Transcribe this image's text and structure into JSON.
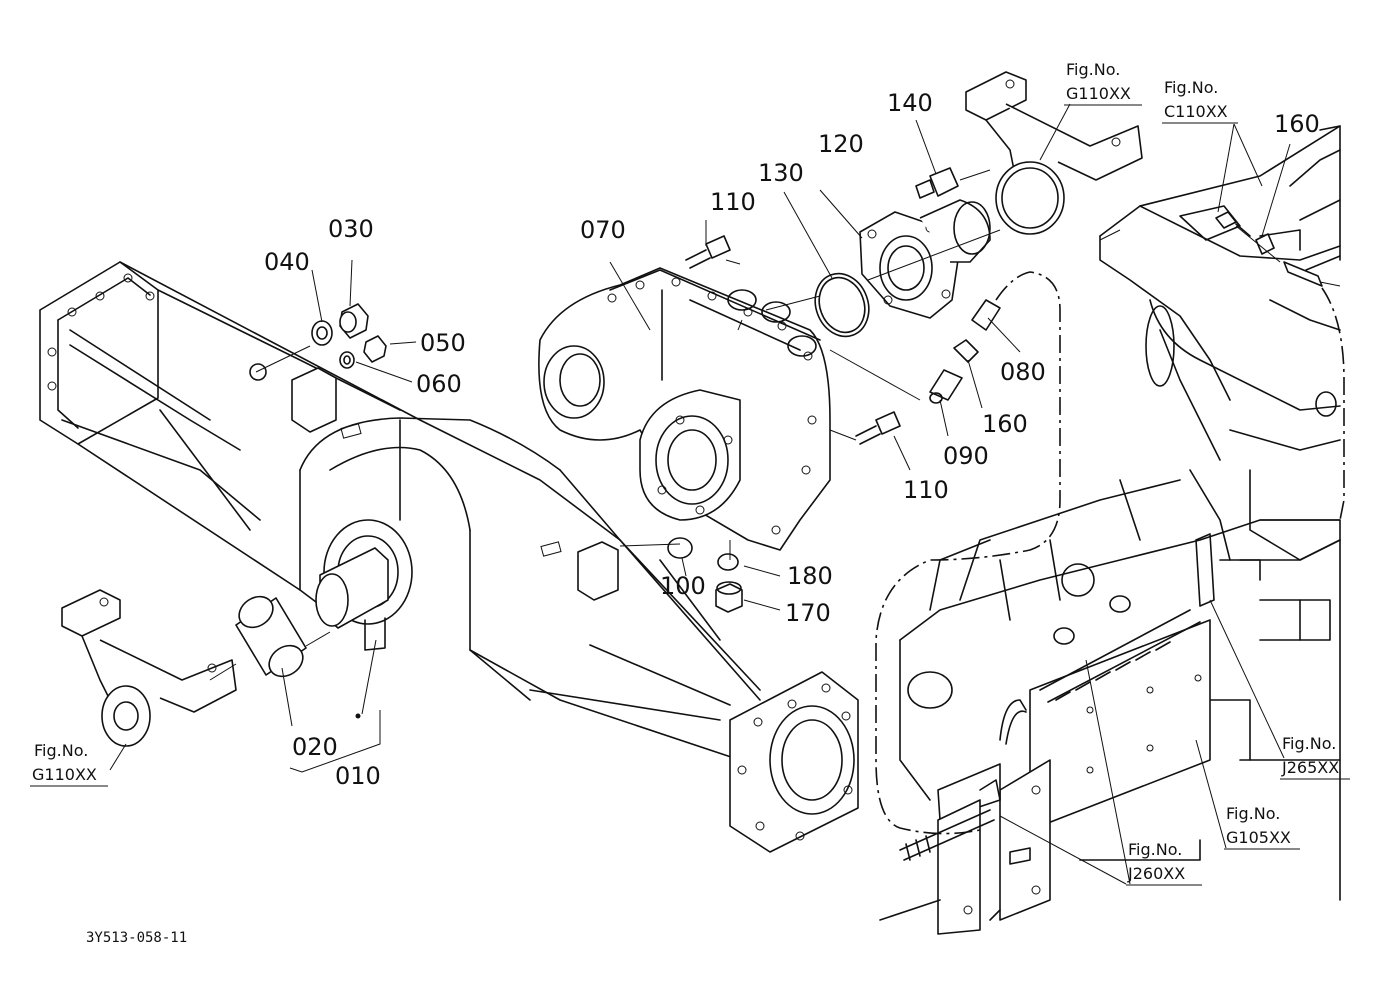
{
  "diagram_code": "3Y513-058-11",
  "parts": {
    "p010": "010",
    "p020": "020",
    "p030": "030",
    "p040": "040",
    "p050": "050",
    "p060": "060",
    "p070": "070",
    "p080": "080",
    "p090": "090",
    "p100": "100",
    "p110a": "110",
    "p110b": "110",
    "p120": "120",
    "p130": "130",
    "p140": "140",
    "p160a": "160",
    "p160b": "160",
    "p170": "170",
    "p180": "180"
  },
  "fig_refs": {
    "fig_label": "Fig.No.",
    "g110_left": "G110XX",
    "g110_top": "G110XX",
    "c110": "C110XX",
    "j265": "J265XX",
    "g105": "G105XX",
    "j260": "J260XX"
  }
}
